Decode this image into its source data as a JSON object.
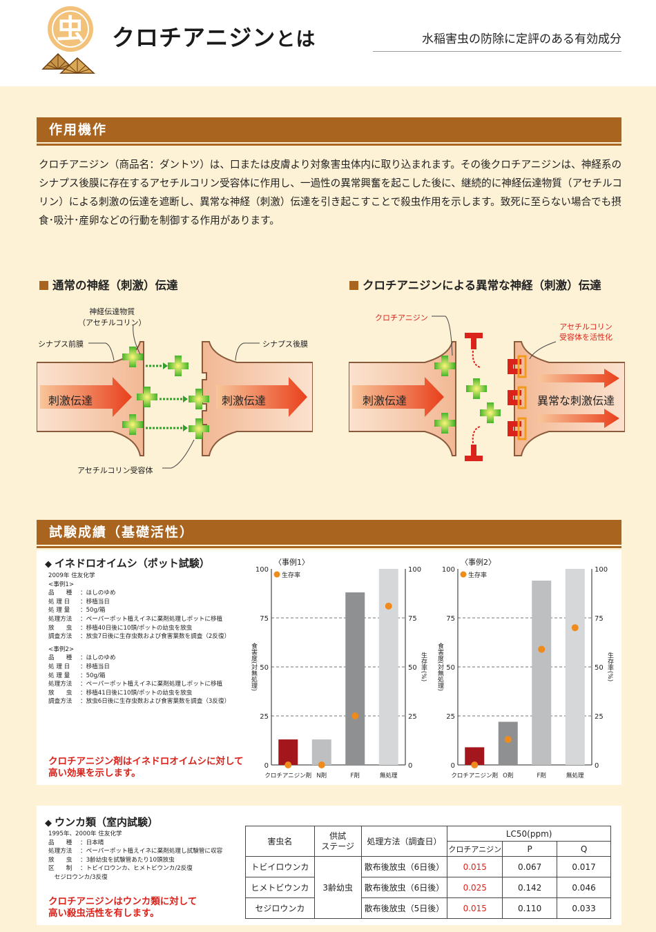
{
  "header": {
    "title_main": "クロチアニジン",
    "title_suffix": "とは",
    "tagline": "水稲害虫の防除に定評のある有効成分",
    "logo_char": "虫",
    "logo_icon": "fan-icon"
  },
  "mechanism": {
    "heading": "作用機作",
    "paragraph": "クロチアニジン（商品名：ダントツ）は、口または皮膚より対象害虫体内に取り込まれます。その後クロチアニジンは、神経系のシナプス後膜に存在するアセチルコリン受容体に作用し、一過性の異常興奮を起こした後に、継続的に神経伝達物質（アセチルコリン）による刺激の伝達を遮断し、異常な神経（刺激）伝達を引き起こすことで殺虫作用を示します。致死に至らない場合でも摂食･吸汁･産卵などの行動を制御する作用があります。",
    "left_diagram": {
      "heading": "通常の神経（刺激）伝達",
      "label_transmitter_1": "神経伝達物質",
      "label_transmitter_2": "（アセチルコリン）",
      "label_presynaptic": "シナプス前膜",
      "label_postsynaptic": "シナプス後膜",
      "label_receptor": "アセチルコリン受容体",
      "label_left_signal": "刺激伝達",
      "label_right_signal": "刺激伝達"
    },
    "right_diagram": {
      "heading": "クロチアニジンによる異常な神経（刺激）伝達",
      "label_drug": "クロチアニジン",
      "label_activate_1": "アセチルコリン",
      "label_activate_2": "受容体を活性化",
      "label_left_signal": "刺激伝達",
      "label_right_signal": "異常な刺激伝達"
    }
  },
  "results": {
    "heading": "試験成績（基礎活性）",
    "rice_case": {
      "title": "イネドロオイムシ（ポット試験）",
      "year": "2009年 住友化学",
      "case1_head": "<事例1>",
      "case1_rows": [
        {
          "k": "品　　種",
          "v": "：ほしのゆめ"
        },
        {
          "k": "処 理 日",
          "v": "：移植当日"
        },
        {
          "k": "処 理 量",
          "v": "：50g/箱"
        },
        {
          "k": "処理方法",
          "v": "：ペーパーポット植えイネに薬剤処理しポットに移植"
        },
        {
          "k": "放　　虫",
          "v": "：移植40日後に10頭/ポットの幼虫を放虫"
        },
        {
          "k": "調査方法",
          "v": "：放虫7日後に生存虫数および食害葉数を調査（2反復）"
        }
      ],
      "case2_head": "<事例2>",
      "case2_rows": [
        {
          "k": "品　　種",
          "v": "：ほしのゆめ"
        },
        {
          "k": "処 理 日",
          "v": "：移植当日"
        },
        {
          "k": "処 理 量",
          "v": "：50g/箱"
        },
        {
          "k": "処理方法",
          "v": "：ペーパーポット植えイネに薬剤処理しポットに移植"
        },
        {
          "k": "放　　虫",
          "v": "：移植41日後に10頭/ポットの幼虫を放虫"
        },
        {
          "k": "調査方法",
          "v": "：放虫6日後に生存虫数および食害葉数を調査（3反復）"
        }
      ],
      "callout_1": "クロチアニジン剤はイネドロオイムシに対して",
      "callout_2": "高い効果を示します。"
    },
    "planthopper_case": {
      "title": "ウンカ類（室内試験）",
      "rows": [
        {
          "k": "",
          "v": "1995年、2000年 住友化学"
        },
        {
          "k": "品　　種",
          "v": "：日本晴"
        },
        {
          "k": "処理方法",
          "v": "：ペーパーポット植えイネに薬剤処理し試験管に収容"
        },
        {
          "k": "放　　虫",
          "v": "：3齢幼虫を試験管あたり10頭放虫"
        },
        {
          "k": "区　　制",
          "v": "：トビイロウンカ、ヒメトビウンカ/2反復"
        },
        {
          "k": "",
          "v": "　セジロウンカ/3反復"
        }
      ],
      "callout_1": "クロチアニジンはウンカ類に対して",
      "callout_2": "高い殺虫活性を有します。"
    },
    "table": {
      "headers": {
        "pest": "害虫名",
        "stage_1": "供試",
        "stage_2": "ステージ",
        "method": "処理方法（調査日）",
        "lc50": "LC50(ppm)",
        "col_a": "クロチアニジン",
        "col_b": "P",
        "col_c": "Q"
      },
      "stage_value": "3齢幼虫",
      "rows": [
        {
          "pest": "トビイロウンカ",
          "method": "散布後放虫（6日後）",
          "a": "0.015",
          "b": "0.067",
          "c": "0.017"
        },
        {
          "pest": "ヒメトビウンカ",
          "method": "散布後放虫（6日後）",
          "a": "0.025",
          "b": "0.142",
          "c": "0.046"
        },
        {
          "pest": "セジロウンカ",
          "method": "散布後放虫（5日後）",
          "a": "0.015",
          "b": "0.110",
          "c": "0.033"
        }
      ]
    }
  },
  "chart_data": [
    {
      "type": "bar",
      "title": "〈事例1〉",
      "categories": [
        "クロチアニジン剤",
        "N剤",
        "F剤",
        "無処理"
      ],
      "series": [
        {
          "name": "食害度(対無処理)",
          "values": [
            13,
            13,
            88,
            100
          ]
        },
        {
          "name": "生存率",
          "values": [
            0,
            0,
            25,
            81
          ]
        }
      ],
      "ylabel": "食害度(対無処理)",
      "y2label": "生存率(%)",
      "yticks": [
        0,
        25,
        50,
        75,
        100
      ],
      "ylim": [
        0,
        100
      ],
      "legend": "top-left",
      "bar_colors": [
        "#a3161b",
        "#bdbfc1",
        "#8e9092",
        "#d5d7d8"
      ],
      "dot_color": "#ef8a1d",
      "legend_label": "生存率"
    },
    {
      "type": "bar",
      "title": "〈事例2〉",
      "categories": [
        "クロチアニジン剤",
        "O剤",
        "F剤",
        "無処理"
      ],
      "series": [
        {
          "name": "食害度(対無処理)",
          "values": [
            9,
            22,
            94,
            100
          ]
        },
        {
          "name": "生存率",
          "values": [
            0,
            13,
            59,
            70
          ]
        }
      ],
      "ylabel": "食害度(対無処理)",
      "y2label": "生存率(%)",
      "yticks": [
        0,
        25,
        50,
        75,
        100
      ],
      "ylim": [
        0,
        100
      ],
      "legend": "top-left",
      "bar_colors": [
        "#a3161b",
        "#8e9092",
        "#bdbfc1",
        "#d5d7d8"
      ],
      "dot_color": "#ef8a1d",
      "legend_label": "生存率"
    }
  ]
}
